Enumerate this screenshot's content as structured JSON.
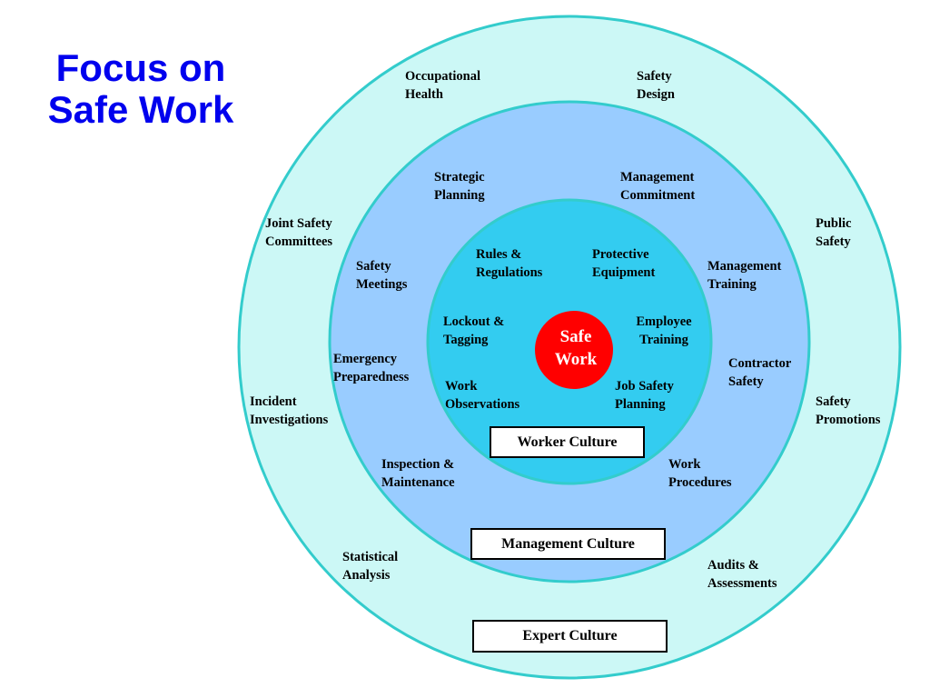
{
  "title": {
    "line1": "Focus on",
    "line2": "Safe Work"
  },
  "center": {
    "line1": "Safe",
    "line2": "Work",
    "color": "#ff0000"
  },
  "ring_colors": {
    "outer": "#ccf8f6",
    "middle": "#99ccff",
    "inner": "#33ccf0",
    "border": "#33cccc"
  },
  "culture_boxes": {
    "worker": "Worker Culture",
    "management": "Management Culture",
    "expert": "Expert Culture"
  },
  "outer_ring": {
    "occupational_health": [
      "Occupational",
      "Health"
    ],
    "safety_design": [
      "Safety",
      "Design"
    ],
    "joint_safety_committees": [
      "Joint Safety",
      "Committees"
    ],
    "public_safety": [
      "Public",
      "Safety"
    ],
    "incident_investigations": [
      "Incident",
      "Investigations"
    ],
    "safety_promotions": [
      "Safety",
      "Promotions"
    ],
    "statistical_analysis": [
      "Statistical",
      "Analysis"
    ],
    "audits_assessments": [
      "Audits &",
      "Assessments"
    ]
  },
  "middle_ring": {
    "strategic_planning": [
      "Strategic",
      "Planning"
    ],
    "management_commitment": [
      "Management",
      "Commitment"
    ],
    "safety_meetings": [
      "Safety",
      "Meetings"
    ],
    "management_training": [
      "Management",
      "Training"
    ],
    "emergency_preparedness": [
      "Emergency",
      "Preparedness"
    ],
    "contractor_safety": [
      "Contractor",
      "Safety"
    ],
    "inspection_maintenance": [
      "Inspection &",
      "Maintenance"
    ],
    "work_procedures": [
      "Work",
      "Procedures"
    ]
  },
  "inner_ring": {
    "rules_regulations": [
      "Rules &",
      "Regulations"
    ],
    "protective_equipment": [
      "Protective",
      "Equipment"
    ],
    "lockout_tagging": [
      "Lockout &",
      "Tagging"
    ],
    "employee_training": [
      "Employee",
      "Training"
    ],
    "work_observations": [
      "Work",
      "Observations"
    ],
    "job_safety_planning": [
      "Job Safety",
      "Planning"
    ]
  }
}
